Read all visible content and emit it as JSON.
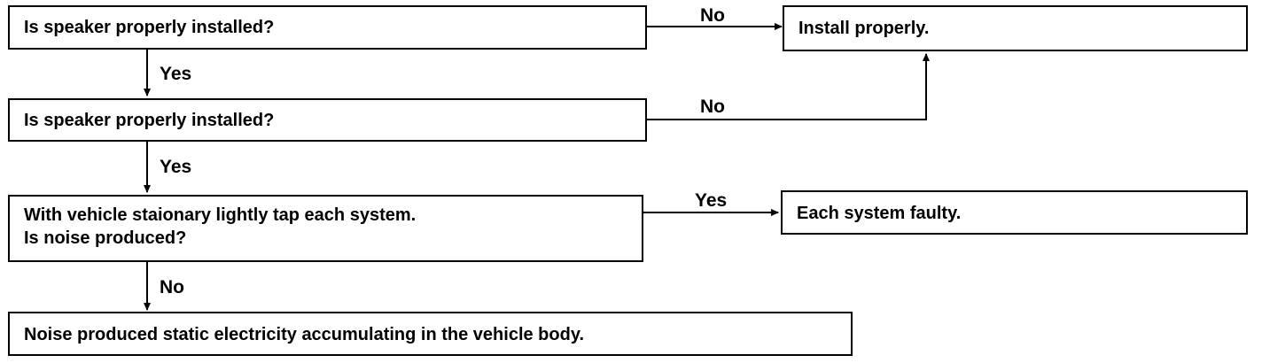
{
  "flowchart": {
    "boxes": {
      "q1": {
        "text": "Is speaker properly installed?"
      },
      "q2": {
        "text": "Is speaker properly installed?"
      },
      "q3": {
        "line1": "With vehicle staionary lightly tap each system.",
        "line2": "Is noise produced?"
      },
      "result_install": {
        "text": "Install properly."
      },
      "result_faulty": {
        "text": "Each system faulty."
      },
      "result_static": {
        "text": "Noise produced static electricity accumulating in the vehicle body."
      }
    },
    "edges": {
      "q1_no": "No",
      "q1_yes": "Yes",
      "q2_no": "No",
      "q2_yes": "Yes",
      "q3_yes": "Yes",
      "q3_no": "No"
    }
  }
}
